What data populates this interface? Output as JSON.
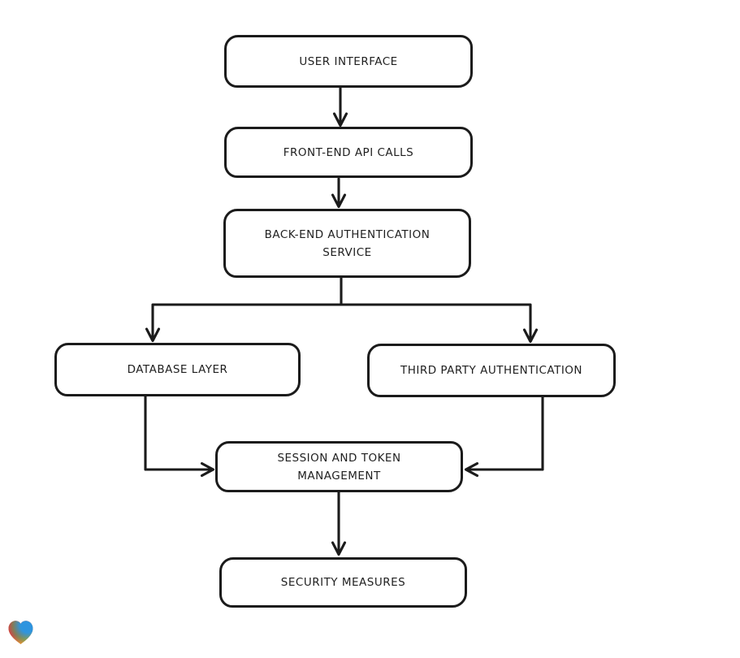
{
  "app": {
    "background_color": "#ffffff",
    "stroke_color": "#1b1b1b",
    "node_fill_color": "#ffffff"
  },
  "diagram": {
    "type": "flowchart",
    "nodes": [
      {
        "id": "user-interface",
        "label": "USER INTERFACE"
      },
      {
        "id": "front-end-api-calls",
        "label": "FRONT-END API CALLS"
      },
      {
        "id": "back-end-authentication-service",
        "label": "BACK-END AUTHENTICATION SERVICE"
      },
      {
        "id": "database-layer",
        "label": "DATABASE LAYER"
      },
      {
        "id": "third-party-authentication",
        "label": "THIRD PARTY AUTHENTICATION"
      },
      {
        "id": "session-and-token-management",
        "label": "SESSION AND TOKEN MANAGEMENT"
      },
      {
        "id": "security-measures",
        "label": "SECURITY MEASURES"
      }
    ],
    "edges": [
      {
        "from": "user-interface",
        "to": "front-end-api-calls"
      },
      {
        "from": "front-end-api-calls",
        "to": "back-end-authentication-service"
      },
      {
        "from": "back-end-authentication-service",
        "to": "database-layer"
      },
      {
        "from": "back-end-authentication-service",
        "to": "third-party-authentication"
      },
      {
        "from": "database-layer",
        "to": "session-and-token-management"
      },
      {
        "from": "third-party-authentication",
        "to": "session-and-token-management"
      },
      {
        "from": "session-and-token-management",
        "to": "security-measures"
      }
    ]
  },
  "logo": {
    "name": "gradient-heart",
    "colors": {
      "red": "#e8353f",
      "blue": "#2d93e0",
      "green": "#3ead69",
      "orange": "#f7982c"
    }
  }
}
